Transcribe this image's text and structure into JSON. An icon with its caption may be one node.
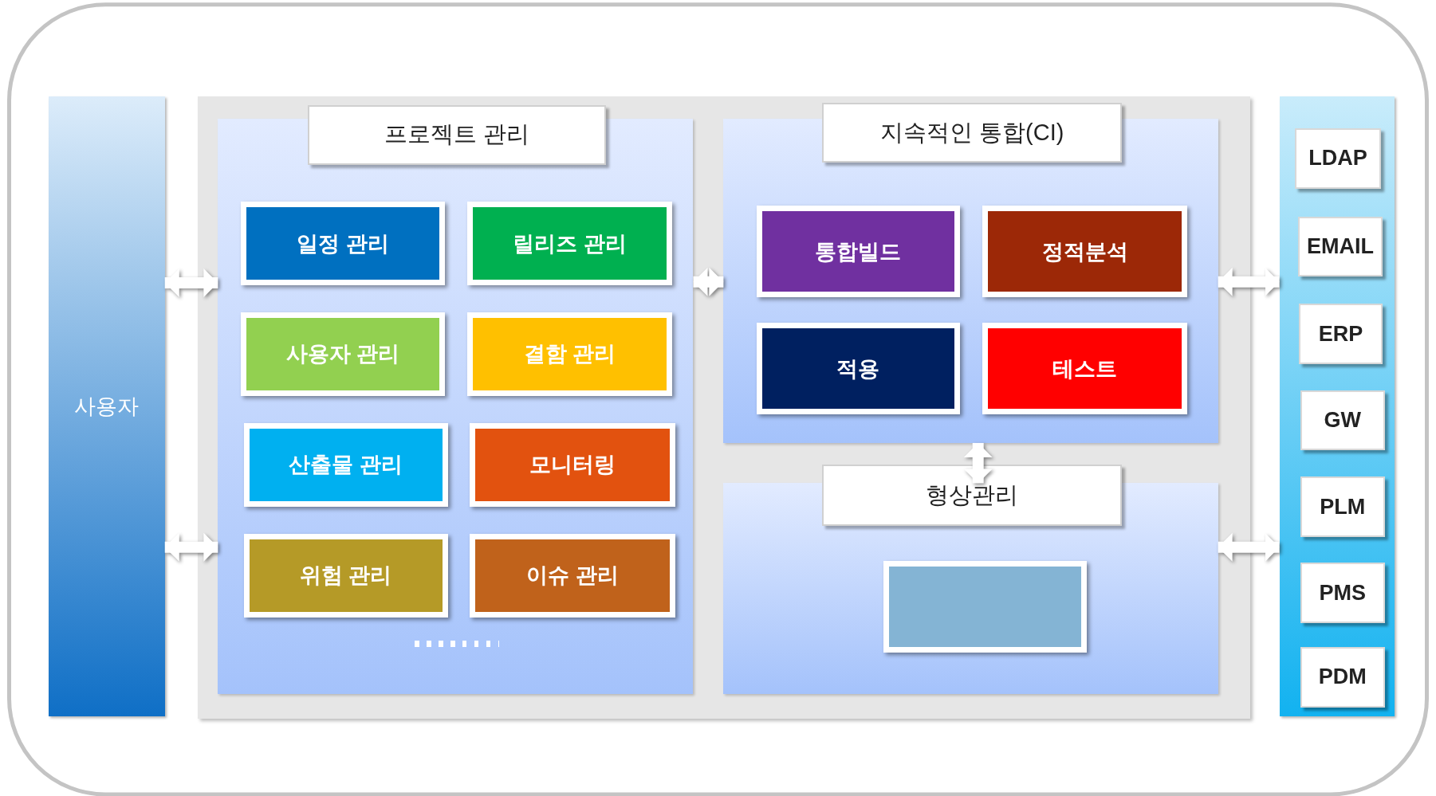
{
  "diagram": {
    "nodes": [
      {
        "text": [
          "사용자"
        ]
      },
      {
        "text": [
          "프로젝트 관리"
        ]
      },
      {
        "text": [
          "일정 관리"
        ],
        "in": 1
      },
      {
        "text": [
          "릴리즈 관리"
        ],
        "in": 1
      },
      {
        "text": [
          "사용자 관리"
        ],
        "in": 1
      },
      {
        "text": [
          "결함 관리"
        ],
        "in": 1
      },
      {
        "text": [
          "산출물 관리"
        ],
        "in": 1
      },
      {
        "text": [
          "모니터링"
        ],
        "in": 1
      },
      {
        "text": [
          "위험 관리"
        ],
        "in": 1
      },
      {
        "text": [
          "이슈 관리"
        ],
        "in": 1
      },
      {
        "text": [
          "지속적인 통합(CI)"
        ]
      },
      {
        "text": [
          "통합빌드"
        ],
        "in": 10
      },
      {
        "text": [
          "정적분석"
        ],
        "in": 10
      },
      {
        "text": [
          "적용"
        ],
        "in": 10
      },
      {
        "text": [
          "테스트"
        ],
        "in": 10
      },
      {
        "text": [
          "형상관리"
        ]
      },
      {
        "text": [],
        "shape": "box",
        "in": 15
      },
      {
        "text": [],
        "shape": "bar"
      },
      {
        "text": [
          "LDAP"
        ],
        "in": 17
      },
      {
        "text": [
          "EMAIL"
        ],
        "in": 17
      },
      {
        "text": [
          "ERP"
        ],
        "in": 17
      },
      {
        "text": [
          "GW"
        ],
        "in": 17
      },
      {
        "text": [
          "PLM"
        ],
        "in": 17
      },
      {
        "text": [
          "PMS"
        ],
        "in": 17
      },
      {
        "text": [
          "PDM"
        ],
        "in": 17
      }
    ],
    "edges": [
      {
        "from": 0,
        "to": 1,
        "arrow": "both"
      },
      {
        "from": 0,
        "to": 1,
        "arrow": "both"
      },
      {
        "from": 1,
        "to": 10,
        "arrow": "both"
      },
      {
        "from": 10,
        "to": 17,
        "arrow": "both"
      },
      {
        "from": 15,
        "to": 17,
        "arrow": "both"
      },
      {
        "from": 10,
        "to": 15,
        "arrow": "both"
      }
    ]
  }
}
